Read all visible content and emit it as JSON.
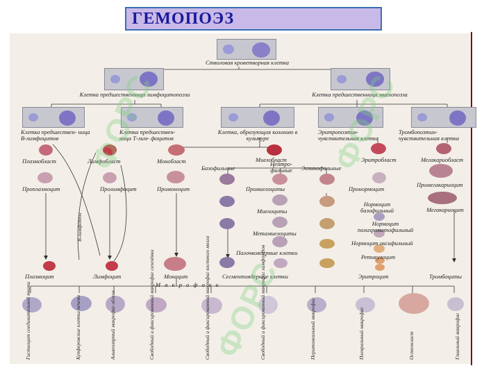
{
  "title": "ГЕМОПОЭЗ",
  "colors": {
    "accent_bar": "#7a1010",
    "title_fill": "#c9b9e8",
    "title_border": "#3a6fb0",
    "title_text": "#1a1a9a",
    "watermark": "#7fd07f"
  },
  "watermark_text": "ФОРС",
  "labels": {
    "stem": "Стволовая кроветворная клетка",
    "lymph_prec": "Клетка предшественница лимфоцитопоэза",
    "myelo_prec": "Клетка предшественница миелопоэза",
    "b_prec": "Клетка предшествен- ница В-лимфоцитов",
    "t_prec": "Клетка предшествен- ница Т-лим- фоцитов",
    "cfu_culture": "Клетка, образующая колонию в культуре",
    "ery_sens": "Эритропоэтин- чувствительная клетка",
    "thr_sens": "Тромбопоэтин- чувствительная клетка",
    "plasmoblast": "Плазмобласт",
    "lymphoblast": "Лимфобласт",
    "monoblast": "Монобласт",
    "myeloblast": "Миелобласт",
    "erythroblast": "Эритробласт",
    "megakaryoblast": "Мегакариобласт",
    "neutrophil": "Нейтро- фильные",
    "basophil": "Базофильные",
    "eosinophil": "Эозинофильные",
    "proplasmocyte": "Проплазмоцит",
    "prolymphocyte": "Пролимфоцит",
    "promonocyte": "Промоноцит",
    "promyelocytes": "Промиелоциты",
    "pronormocyte": "Пронормоцит",
    "promegakaryocyte": "Промегакариоцит",
    "myelocytes": "Миелоциты",
    "normo_baso": "Нормоцит базофильный",
    "megakaryocyte": "Мегакариоцит",
    "metamyelocytes": "Метамиелоциты",
    "normo_poly": "Нормоцит полихроматофильный",
    "normo_oxy": "Нормоцит оксифильный",
    "band": "Палочкоядерные клетки",
    "reticulocyte": "Ретикулоцит",
    "plasmocyte": "Плазмоцит",
    "lymphocyte": "Лимфоцит",
    "monocyte": "Моноцит",
    "segmented": "Сегментоядерные клетки",
    "erythrocyte": "Эритроцит",
    "platelets": "Тромбоциты",
    "macrophages": "М а к р о ф а г и",
    "b_lymphopoiesis": "В-лимфопоэз"
  },
  "macrophage_types": [
    "Гистиоцит соединительной ткани",
    "Купферовские клетки печени",
    "Альвеолярный макрофаг лёгких",
    "Свободный и фиксированный макрофаг селезёнки",
    "Свободный и фиксированный макрофаг костного мозга",
    "Свободный и фиксированный макрофаг лимфоузлов",
    "Перитонеальный макрофаг",
    "Плевральный макрофаг",
    "Остеокласт",
    "Глиальный макрофаг"
  ]
}
